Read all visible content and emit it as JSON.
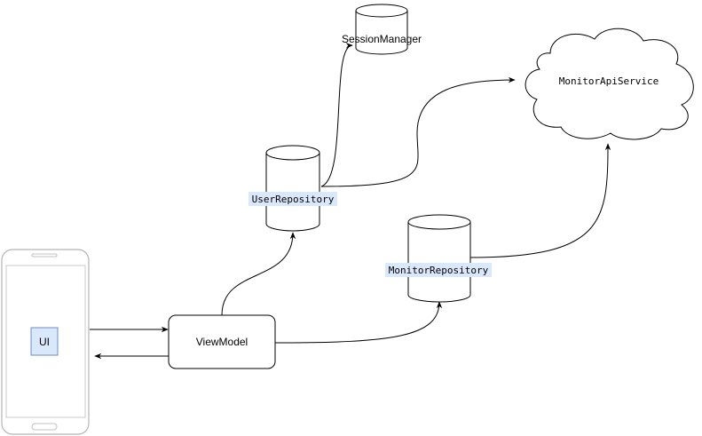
{
  "diagram": {
    "nodes": {
      "ui": "UI",
      "view_model": "ViewModel",
      "user_repository": "UserRepository",
      "monitor_repository": "MonitorRepository",
      "session_manager": "SessionManager",
      "monitor_api_service": "MonitorApiService"
    }
  },
  "colors": {
    "stroke": "#000000",
    "device_stroke": "#b5b5b5",
    "ui_box_fill": "#dae8fc",
    "ui_box_stroke": "#6c8ebf",
    "label_highlight": "#dae8fc",
    "background": "#ffffff"
  }
}
